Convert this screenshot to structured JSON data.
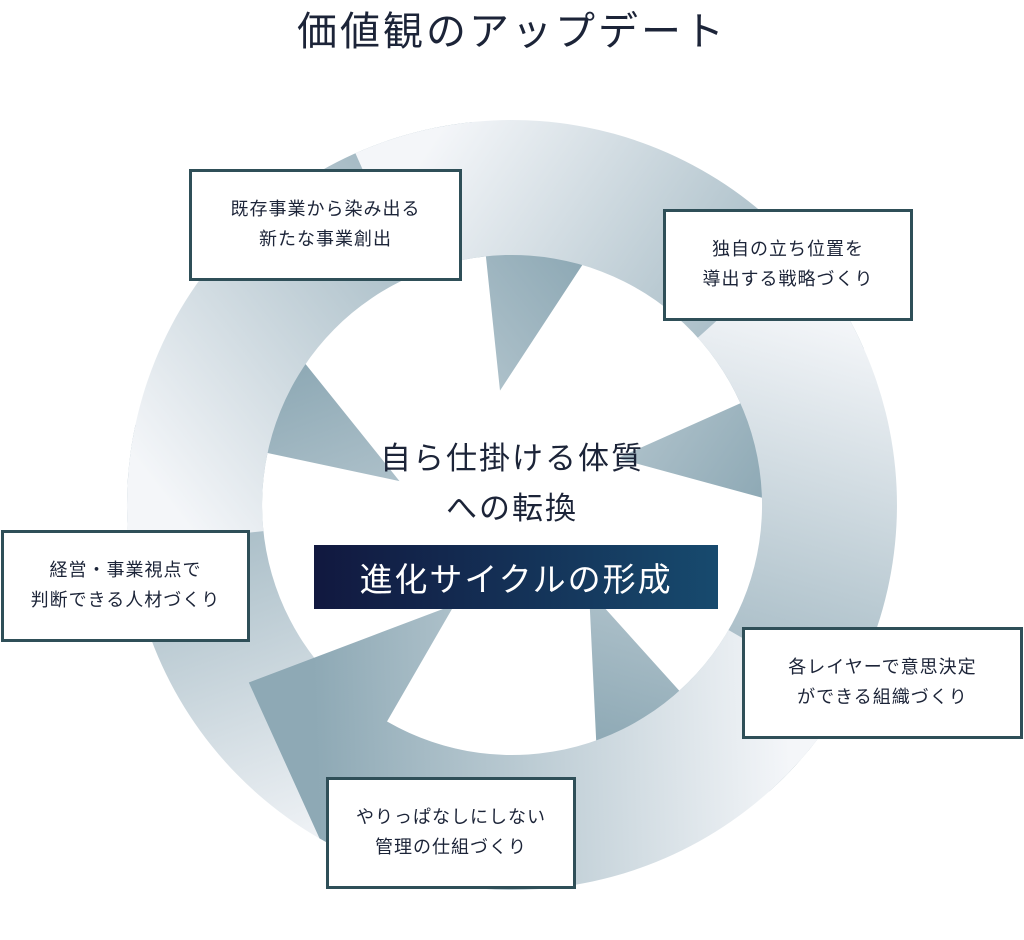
{
  "title": "価値観のアップデート",
  "center": {
    "line1": "自ら仕掛ける体質",
    "line2": "への転換",
    "banner": "進化サイクルの形成"
  },
  "steps": [
    {
      "line1": "既存事業から染み出る",
      "line2": "新たな事業創出"
    },
    {
      "line1": "独自の立ち位置を",
      "line2": "導出する戦略づくり"
    },
    {
      "line1": "各レイヤーで意思決定",
      "line2": "ができる組織づくり"
    },
    {
      "line1": "やりっぱなしにしない",
      "line2": "管理の仕組づくり"
    },
    {
      "line1": "経営・事業視点で",
      "line2": "判断できる人材づくり"
    }
  ],
  "colors": {
    "arrow_dark": "#8ea9b5",
    "arrow_light": "#f4f6f9",
    "box_border": "#2f4f58",
    "banner_left": "#11183f",
    "banner_right": "#174a6e",
    "text": "#1c2438"
  }
}
